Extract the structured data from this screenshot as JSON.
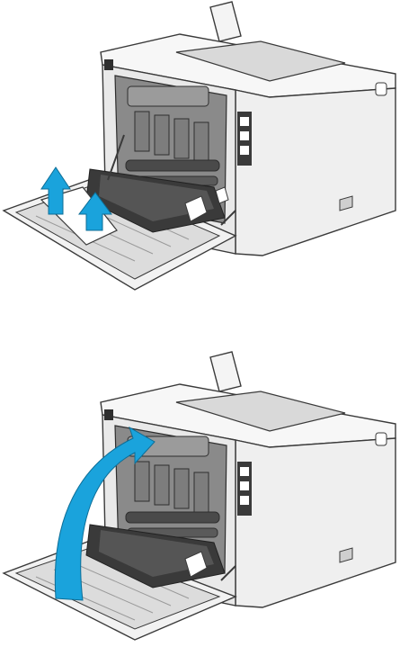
{
  "figure": {
    "steps": [
      {
        "illustration": "printer-rear-door-open-remove-paper",
        "arrow": "lift-up-arrows",
        "arrow_color": "#1aa3dc"
      },
      {
        "illustration": "printer-rear-door-close",
        "arrow": "curved-close-arrow",
        "arrow_color": "#1aa3dc"
      }
    ],
    "colors": {
      "outline": "#3a3a3a",
      "body": "#efefef",
      "interior": "#7a7a7a",
      "dark": "#2e2e2e",
      "accent": "#1aa3dc",
      "paper": "#ffffff"
    }
  }
}
